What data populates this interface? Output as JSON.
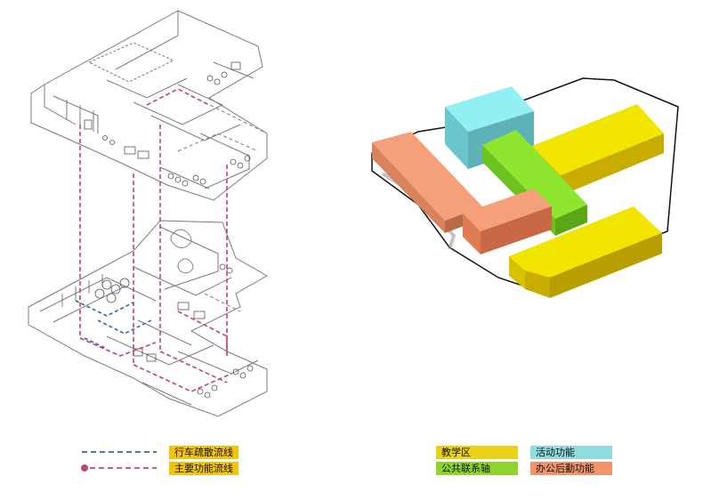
{
  "legend_left": [
    {
      "label": "行车疏散流线",
      "line_color": "#2f64b5",
      "chip_color": "#f2c40f",
      "dot": false
    },
    {
      "label": "主要功能流线",
      "line_color": "#c0437a",
      "chip_color": "#f2c40f",
      "dot": true
    }
  ],
  "legend_right": [
    {
      "label": "教学区",
      "color": "#e9d21a"
    },
    {
      "label": "活动功能",
      "color": "#8fdcdc"
    },
    {
      "label": "公共联系轴",
      "color": "#8fd42c"
    },
    {
      "label": "办公后勤功能",
      "color": "#f0956b"
    }
  ],
  "colors": {
    "plan_line": "#7b7b7b",
    "flow_main": "#c0437a",
    "flow_vehicle": "#2f64b5",
    "teaching": "#e6d000",
    "activity": "#8fe6ec",
    "axis": "#8ddb2c",
    "office": "#f09070"
  }
}
